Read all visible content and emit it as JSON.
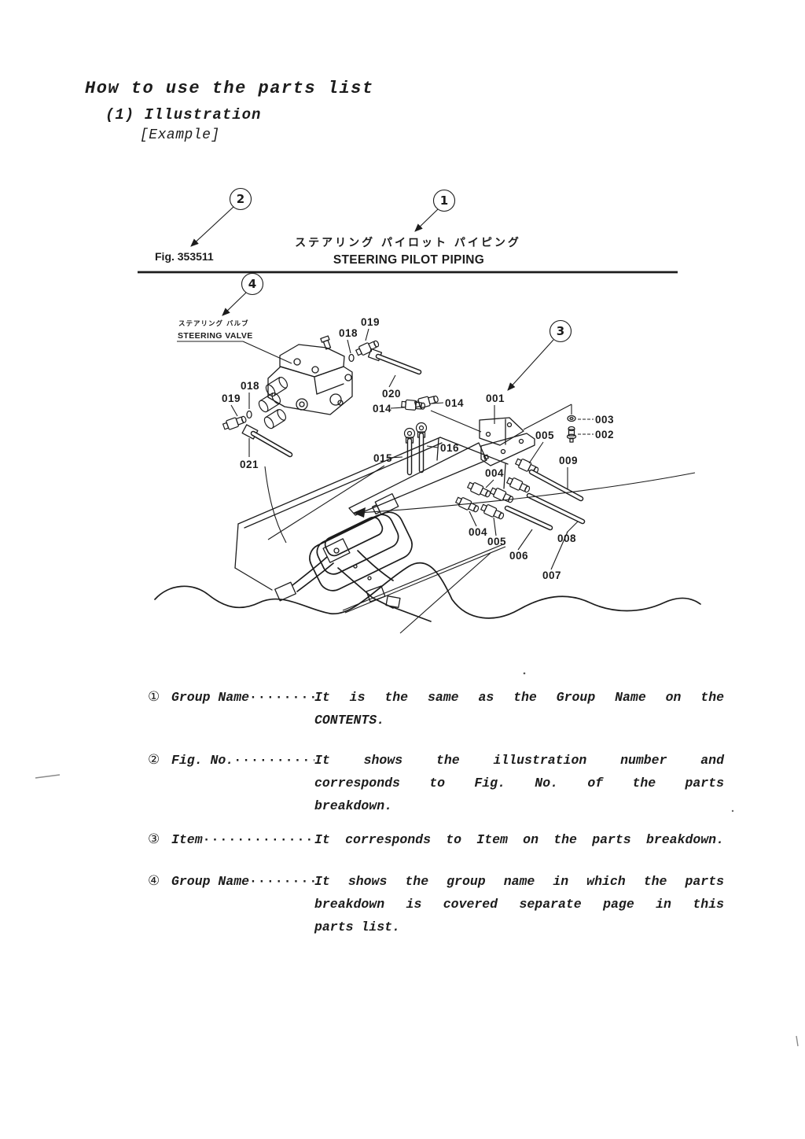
{
  "page": {
    "title": "How to use the parts list",
    "subtitle": "(1) Illustration",
    "example_label": "[Example]"
  },
  "figure": {
    "fig_no": "Fig. 353511",
    "title_jp": "ステアリング パイロット パイピング",
    "title_en": "STEERING PILOT PIPING",
    "valve_label_jp": "ステアリング バルブ",
    "valve_label_en": "STEERING VALVE",
    "callouts": {
      "c1": "1",
      "c2": "2",
      "c3": "3",
      "c4": "4"
    },
    "part_labels": [
      "018",
      "019",
      "020",
      "014",
      "014",
      "001",
      "003",
      "002",
      "005",
      "009",
      "016",
      "015",
      "018",
      "019",
      "021",
      "004",
      "004",
      "005",
      "006",
      "008",
      "007"
    ]
  },
  "legend": [
    {
      "num": "①",
      "term": "Group Name",
      "dots": "········",
      "lines": [
        "It is the same as the Group Name on the",
        "CONTENTS."
      ]
    },
    {
      "num": "②",
      "term": "Fig. No.",
      "dots": "···········",
      "lines": [
        "It shows the illustration number and",
        "corresponds to Fig. No. of the parts",
        "breakdown."
      ]
    },
    {
      "num": "③",
      "term": "Item",
      "dots": "··················",
      "lines": [
        "It corresponds to Item on the parts breakdown."
      ]
    },
    {
      "num": "④",
      "term": "Group Name",
      "dots": "········",
      "lines": [
        "It shows the group name in which the parts",
        "breakdown is covered separate page in this",
        "parts list."
      ]
    }
  ]
}
